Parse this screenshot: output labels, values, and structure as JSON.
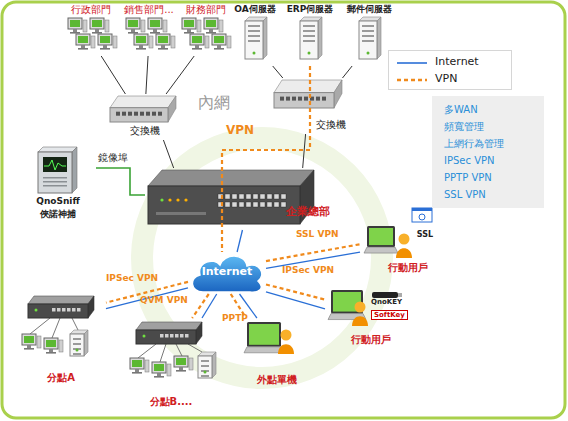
{
  "diagram": {
    "nodes": [
      {
        "text": [
          "行政部門"
        ]
      },
      {
        "text": [
          "銷售部門..."
        ]
      },
      {
        "text": [
          "財務部門"
        ]
      },
      {
        "text": [
          "OA伺服器"
        ]
      },
      {
        "text": [
          "ERP伺服器"
        ]
      },
      {
        "text": [
          "郵件伺服器"
        ]
      },
      {
        "text": [
          "交換機"
        ]
      },
      {
        "text": [
          "交換機"
        ]
      },
      {
        "text": [
          "QnoSniff",
          "俠諾神捕"
        ]
      },
      {
        "text": [
          "企業總部"
        ]
      },
      {
        "text": [
          "Internet"
        ]
      },
      {
        "text": [
          "SSL",
          "行動用戶"
        ]
      },
      {
        "text": [
          "QnoKEY",
          "SoftKey",
          "行動用戶"
        ]
      },
      {
        "text": [
          "外點單機"
        ]
      },
      {
        "text": [
          "分點A"
        ]
      },
      {
        "text": [
          "分點B...."
        ]
      },
      {
        "text": [
          "多WAN",
          "頻寬管理",
          "上網行為管理",
          "IPSec VPN",
          "PPTP VPN",
          "SSL VPN"
        ]
      }
    ],
    "edges": [
      {
        "from": 0,
        "to": 6,
        "arrow": "none"
      },
      {
        "from": 1,
        "to": 6,
        "arrow": "none"
      },
      {
        "from": 2,
        "to": 6,
        "arrow": "none"
      },
      {
        "from": 3,
        "to": 7,
        "arrow": "none"
      },
      {
        "from": 5,
        "to": 7,
        "arrow": "none"
      },
      {
        "from": 4,
        "to": 10,
        "label": "VPN",
        "arrow": "none"
      },
      {
        "from": 6,
        "to": 9,
        "arrow": "none"
      },
      {
        "from": 7,
        "to": 9,
        "arrow": "none"
      },
      {
        "from": 8,
        "to": 9,
        "label": "鏡像埠",
        "arrow": "none"
      },
      {
        "from": 9,
        "to": 10,
        "arrow": "none"
      },
      {
        "from": 10,
        "to": 11,
        "label": "SSL VPN",
        "arrow": "none"
      },
      {
        "from": 10,
        "to": 11,
        "arrow": "none"
      },
      {
        "from": 10,
        "to": 12,
        "label": "IPSec VPN",
        "arrow": "none"
      },
      {
        "from": 10,
        "to": 12,
        "arrow": "none"
      },
      {
        "from": 10,
        "to": 13,
        "label": "PPTP",
        "arrow": "none"
      },
      {
        "from": 10,
        "to": 13,
        "arrow": "none"
      },
      {
        "from": 10,
        "to": 14,
        "label": "IPSec VPN",
        "arrow": "none"
      },
      {
        "from": 10,
        "to": 14,
        "arrow": "none"
      },
      {
        "from": 10,
        "to": 15,
        "label": "QVM VPN",
        "arrow": "none"
      },
      {
        "from": 10,
        "to": 15,
        "arrow": "none"
      }
    ],
    "labels": [
      "內網"
    ],
    "legend": [
      {
        "text": "Internet"
      },
      {
        "text": "VPN"
      }
    ]
  }
}
